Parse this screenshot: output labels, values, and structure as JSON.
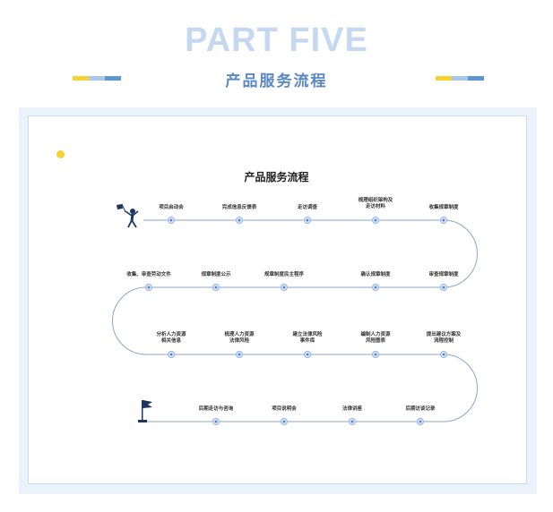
{
  "header": {
    "title": "PART FIVE",
    "subtitle": "产品服务流程"
  },
  "colors": {
    "yellow": "#f6d331",
    "light_blue": "#a9c7e8",
    "blue": "#5f96d6",
    "line": "#8fa6c4",
    "node": "#8cb0e4"
  },
  "diagram": {
    "title": "产品服务流程",
    "start_icon": "person-with-flag-icon",
    "end_icon": "flag-icon",
    "rows": [
      [
        "项目启动会",
        "完成信息反馈表",
        "走访调查",
        "梳理组织架构及\n走访材料",
        "收集规章制度"
      ],
      [
        "收集、审查劳动文件",
        "规章制度公示",
        "规章制度民主程序",
        "确认规章制度",
        "审查规章制度"
      ],
      [
        "分析人力资源\n相关信息",
        "梳理人力资源\n法律风险",
        "建立法律风险\n事件库",
        "编制人力资源\n风险图表",
        "提出建议方案及\n流程控制"
      ],
      [
        "后期走访与咨询",
        "项目说明会",
        "法律讲座",
        "后期访谈记录"
      ]
    ]
  }
}
